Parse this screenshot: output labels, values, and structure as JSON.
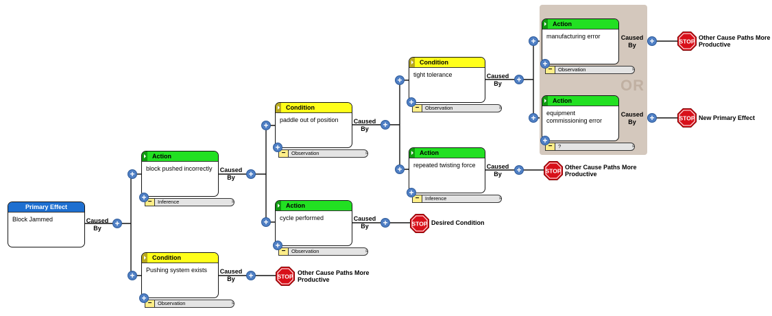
{
  "colors": {
    "action_header": "#22e022",
    "condition_header": "#ffff1a",
    "primary_header": "#1e6fd0",
    "evidence_bar": "#e4e4e4",
    "or_group_bg": "#d4c8bd",
    "plus_button": "#4f7fc4",
    "stop_sign": "#d8101a"
  },
  "icons": {
    "plus": "+",
    "minus": "−",
    "evidence_tag": "R",
    "stop": "STOP"
  },
  "link_text": {
    "caused": "Caused",
    "by": "By"
  },
  "or_label": "OR",
  "nodes": {
    "primary": {
      "type": "Primary Effect",
      "text": "Block Jammed"
    },
    "n1": {
      "type": "Action",
      "text": "block pushed incorrectly",
      "evidence": "Inference"
    },
    "n2": {
      "type": "Condition",
      "text": "Pushing system exists",
      "evidence": "Observation"
    },
    "n3": {
      "type": "Condition",
      "text": "paddle out of position",
      "evidence": "Observation"
    },
    "n4": {
      "type": "Action",
      "text": "cycle performed",
      "evidence": "Observation"
    },
    "n5": {
      "type": "Condition",
      "text": "tight tolerance",
      "evidence": "Observation"
    },
    "n6": {
      "type": "Action",
      "text": "repeated twisting force",
      "evidence": "Inference"
    },
    "n7": {
      "type": "Action",
      "text": "manufacturing error",
      "evidence": "Observation"
    },
    "n8": {
      "type": "Action",
      "text": "equipment commissioning error",
      "evidence": "?"
    }
  },
  "stops": {
    "s1": {
      "line1": "Other Cause Paths More",
      "line2": "Productive"
    },
    "s2": {
      "line1": "Desired Condition",
      "line2": ""
    },
    "s3": {
      "line1": "Other Cause Paths More",
      "line2": "Productive"
    },
    "s4": {
      "line1": "Other Cause Paths More",
      "line2": "Productive"
    },
    "s5": {
      "line1": "New Primary Effect",
      "line2": ""
    }
  }
}
